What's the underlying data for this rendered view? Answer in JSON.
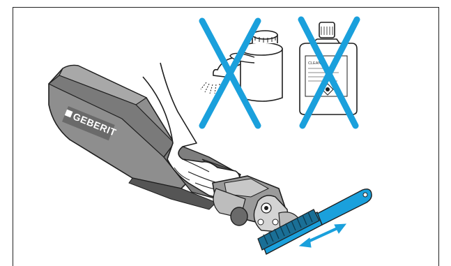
{
  "brand": {
    "logo_text": "GEBERIT"
  },
  "bottle": {
    "label_title": "CLEAN",
    "label_lines": [
      "",
      "",
      "",
      ""
    ]
  },
  "prohibited": {
    "tap_water": "tap-water",
    "cleaning_agent": "cleaning-agent"
  },
  "colors": {
    "accent": "#1aa0dc",
    "device_body": "#8e8e8e",
    "device_dark": "#6a6a6a",
    "outline": "#1e1e1e",
    "brush_bristles": "#1a6f96"
  },
  "icons": [
    "cross-mark-icon",
    "faucet-icon",
    "bottle-icon",
    "brush-icon",
    "double-arrow-icon",
    "hand-icon",
    "pressing-tool-icon"
  ]
}
